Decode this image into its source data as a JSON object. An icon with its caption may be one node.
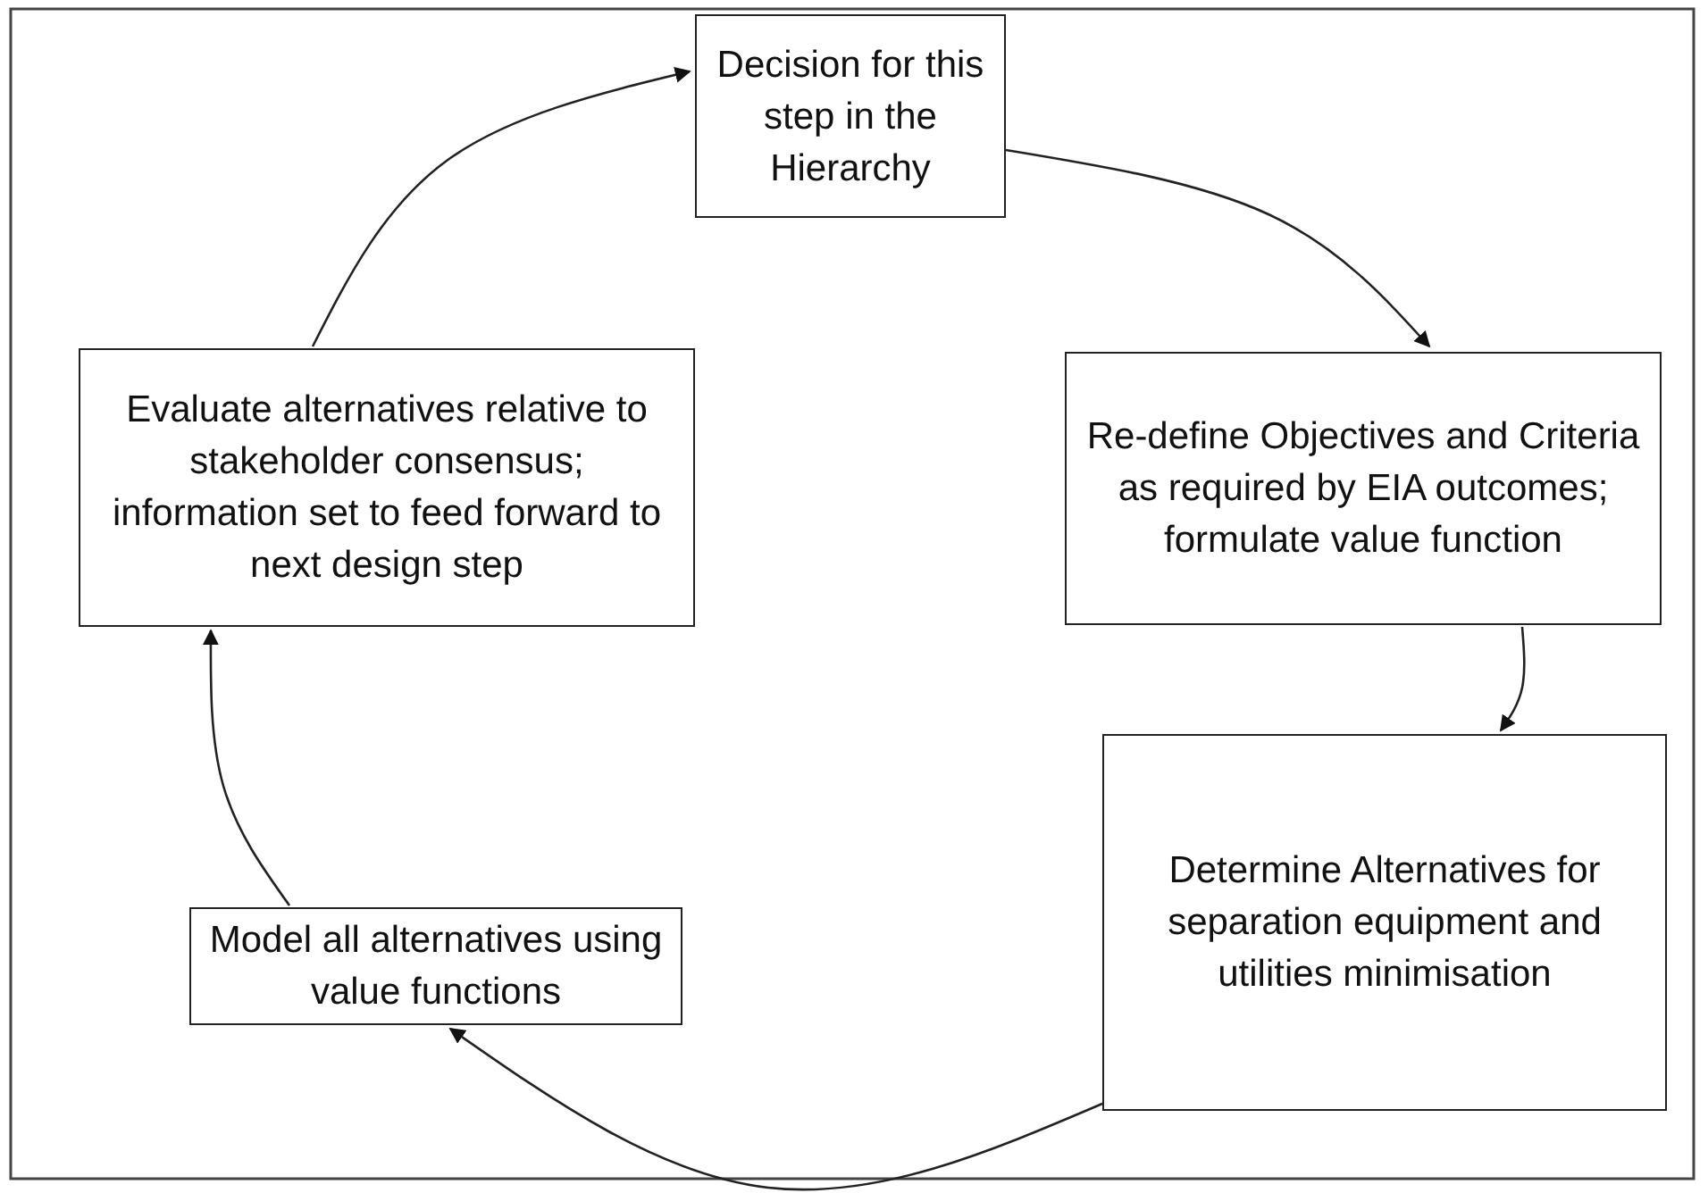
{
  "diagram": {
    "nodes": [
      {
        "text": [
          "Decision for this step in the Hierarchy"
        ]
      },
      {
        "text": [
          "Re-define Objectives and Criteria as required by EIA outcomes; formulate value function"
        ]
      },
      {
        "text": [
          "Determine Alternatives for separation equipment and utilities minimisation"
        ]
      },
      {
        "text": [
          "Model all alternatives using value functions"
        ]
      },
      {
        "text": [
          "Evaluate alternatives relative to stakeholder consensus; information set to feed forward to next design step"
        ]
      }
    ],
    "edges": [
      {
        "from": 0,
        "to": 1,
        "arrow": "to"
      },
      {
        "from": 1,
        "to": 2,
        "arrow": "to"
      },
      {
        "from": 2,
        "to": 3,
        "arrow": "to"
      },
      {
        "from": 3,
        "to": 4,
        "arrow": "to"
      },
      {
        "from": 4,
        "to": 0,
        "arrow": "to"
      }
    ]
  }
}
